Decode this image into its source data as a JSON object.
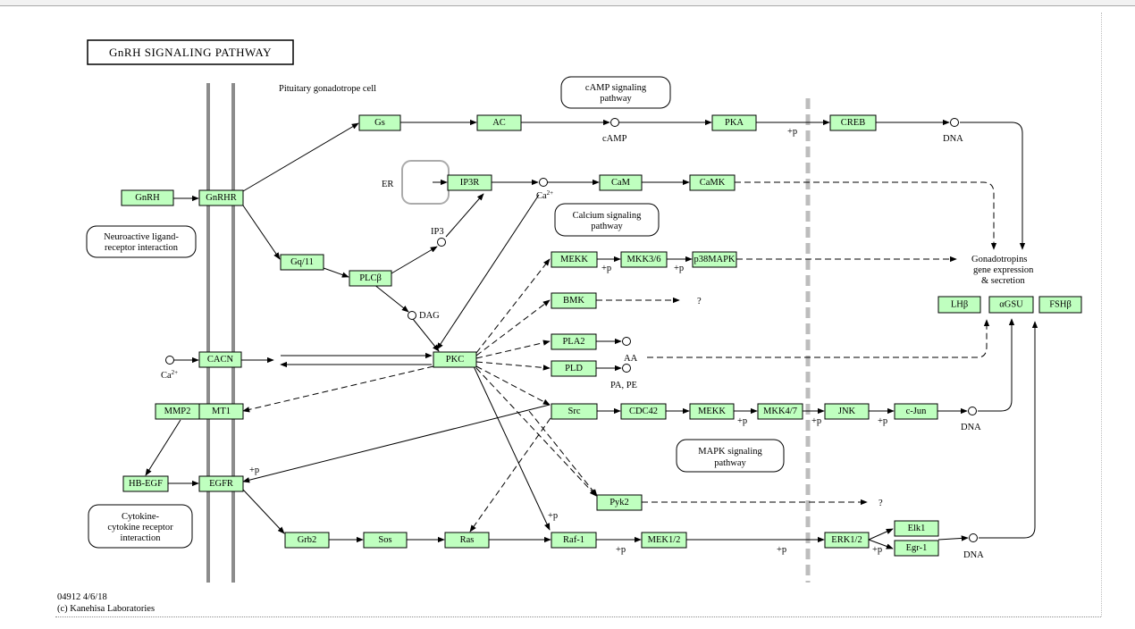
{
  "title": "GnRH SIGNALING PATHWAY",
  "cell_label": "Pituitary gonadotrope cell",
  "footer": {
    "id_date": "04912 4/6/18",
    "copyright": "(c) Kanehisa Laboratories"
  },
  "genes": {
    "gnrh": "GnRH",
    "gnrhr": "GnRHR",
    "gs": "Gs",
    "ac": "AC",
    "pka": "PKA",
    "creb": "CREB",
    "ip3r": "IP3R",
    "cam": "CaM",
    "camk": "CaMK",
    "gq11": "Gq/11",
    "plcb": "PLCβ",
    "mekk_top": "MEKK",
    "mkk36": "MKK3/6",
    "p38mapk": "p38MAPK",
    "bmk": "BMK",
    "pla2": "PLA2",
    "pld": "PLD",
    "cacn": "CACN",
    "pkc": "PKC",
    "mmp2": "MMP2",
    "mt1": "MT1",
    "src": "Src",
    "cdc42": "CDC42",
    "mekk_mid": "MEKK",
    "mkk47": "MKK4/7",
    "jnk": "JNK",
    "cjun": "c-Jun",
    "hbegf": "HB-EGF",
    "egfr": "EGFR",
    "pyk2": "Pyk2",
    "grb2": "Grb2",
    "sos": "Sos",
    "ras": "Ras",
    "raf1": "Raf-1",
    "mek12": "MEK1/2",
    "erk12": "ERK1/2",
    "elk1": "Elk1",
    "egr1": "Egr-1",
    "lhb": "LHβ",
    "agsu": "αGSU",
    "fshb": "FSHβ"
  },
  "pathways": {
    "camp_1": "cAMP signaling",
    "camp_2": "pathway",
    "calcium_1": "Calcium signaling",
    "calcium_2": "pathway",
    "neuro_1": "Neuroactive ligand-",
    "neuro_2": "receptor interaction",
    "mapk_1": "MAPK signaling",
    "mapk_2": "pathway",
    "cyto_1": "Cytokine-",
    "cyto_2": "cytokine receptor",
    "cyto_3": "interaction"
  },
  "labels": {
    "camp": "cAMP",
    "dna": "DNA",
    "er": "ER",
    "ca": "Ca",
    "ca_sup": "2+",
    "ip3": "IP3",
    "dag": "DAG",
    "aa": "AA",
    "pa_pe": "PA, PE",
    "question": "?",
    "plus_p": "+p",
    "gonado_1": "Gonadotropins",
    "gonado_2": "gene expression",
    "gonado_3": "& secretion"
  }
}
